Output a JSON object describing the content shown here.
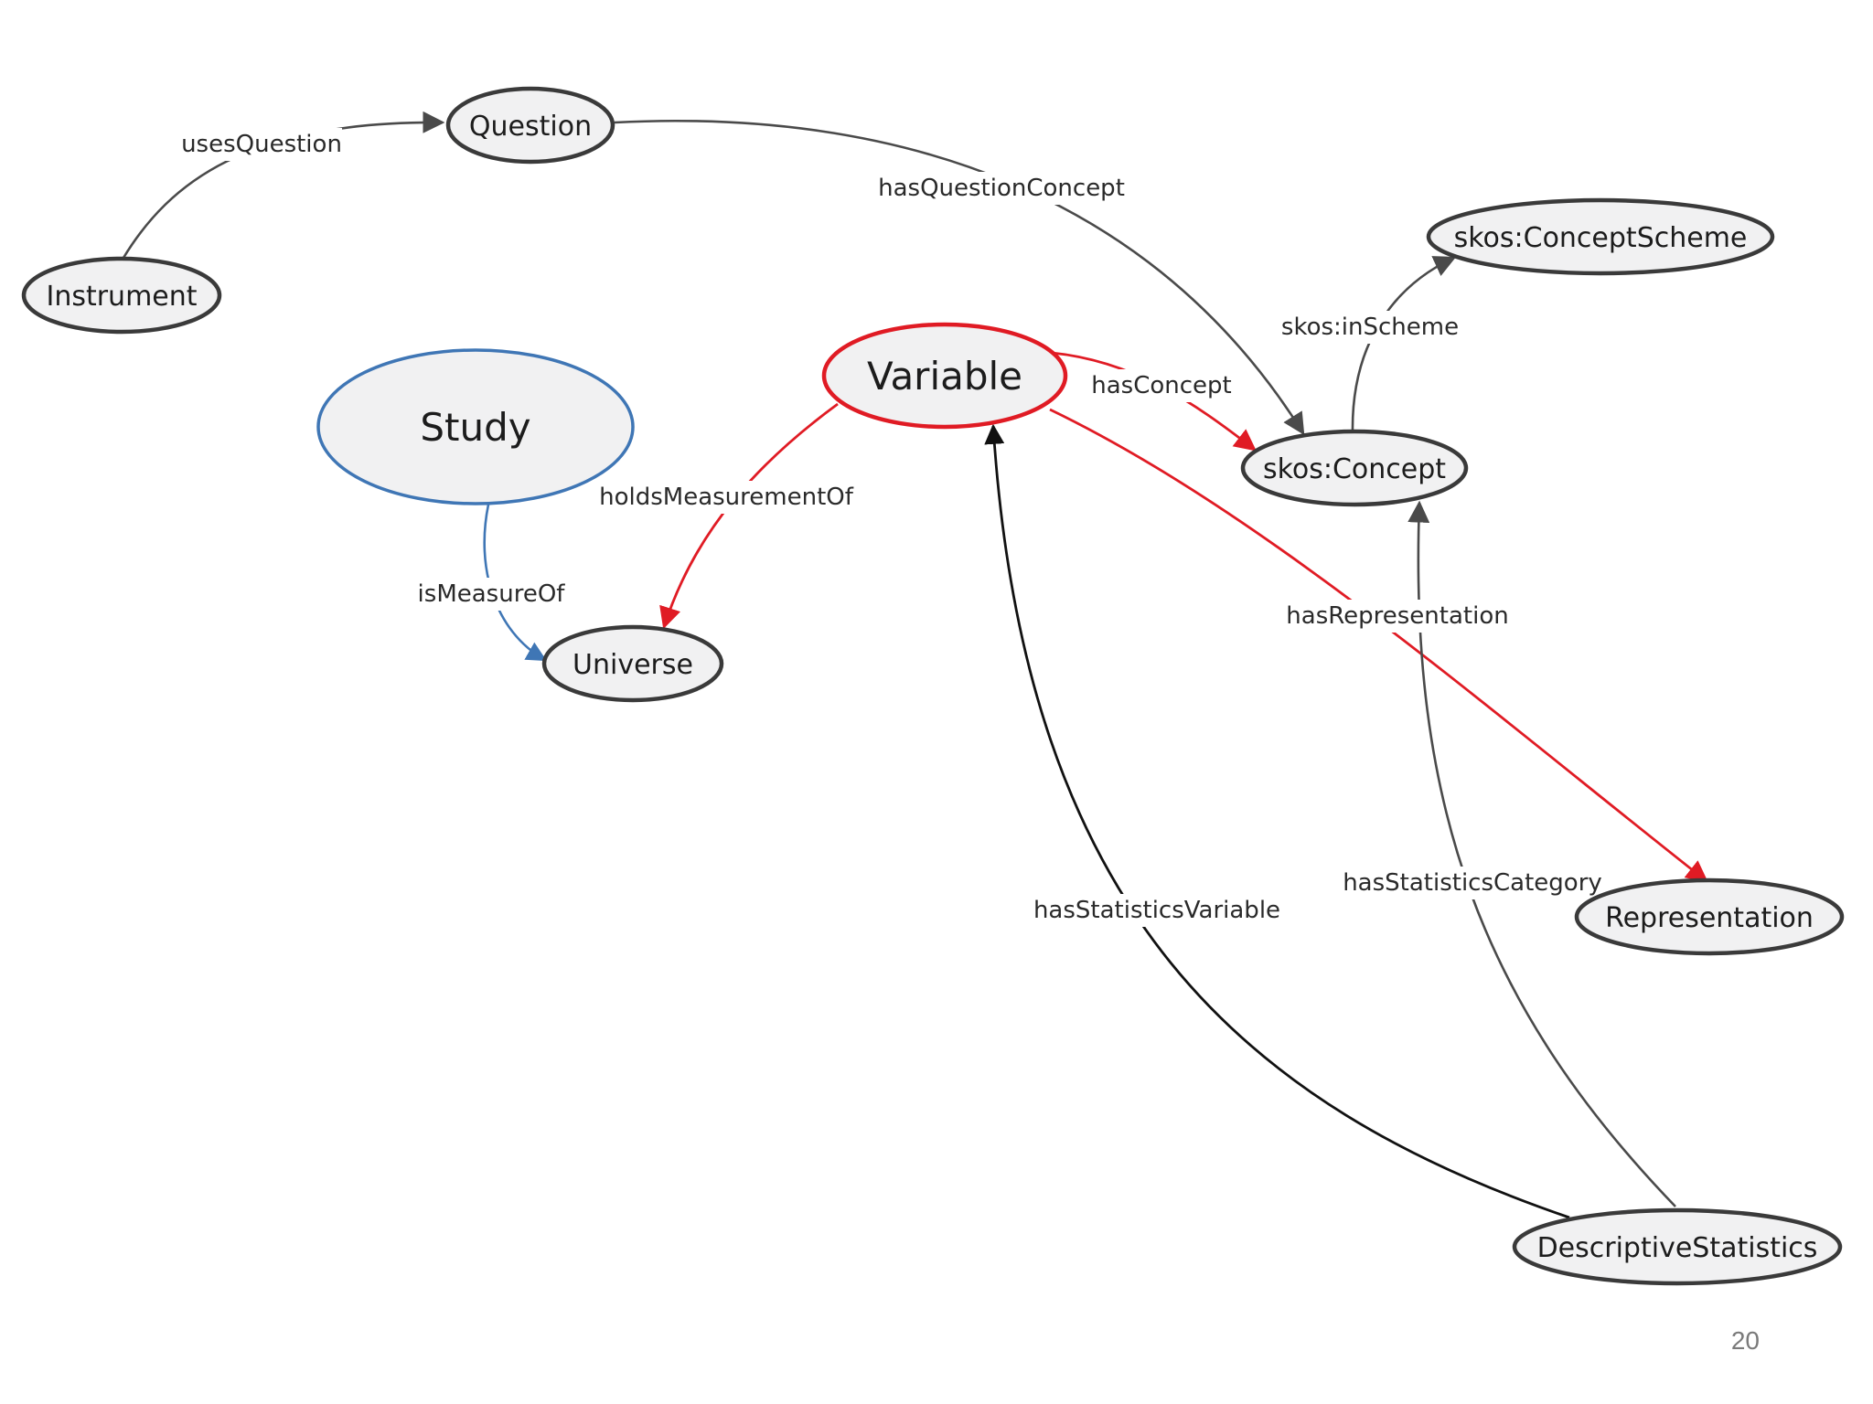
{
  "nodes": {
    "question": "Question",
    "instrument": "Instrument",
    "concept_scheme": "skos:ConceptScheme",
    "variable": "Variable",
    "study": "Study",
    "concept": "skos:Concept",
    "universe": "Universe",
    "representation": "Representation",
    "descriptive_statistics": "DescriptiveStatistics"
  },
  "edges": {
    "uses_question": "usesQuestion",
    "has_question_concept": "hasQuestionConcept",
    "skos_in_scheme": "skos:inScheme",
    "has_concept": "hasConcept",
    "holds_measurement_of": "holdsMeasurementOf",
    "is_measure_of": "isMeasureOf",
    "has_representation": "hasRepresentation",
    "has_statistics_category": "hasStatisticsCategory",
    "has_statistics_variable": "hasStatisticsVariable"
  },
  "colors": {
    "red": "#e01b24",
    "blue": "#3f76b5",
    "dark": "#4a4a4a"
  },
  "page_number": "20"
}
